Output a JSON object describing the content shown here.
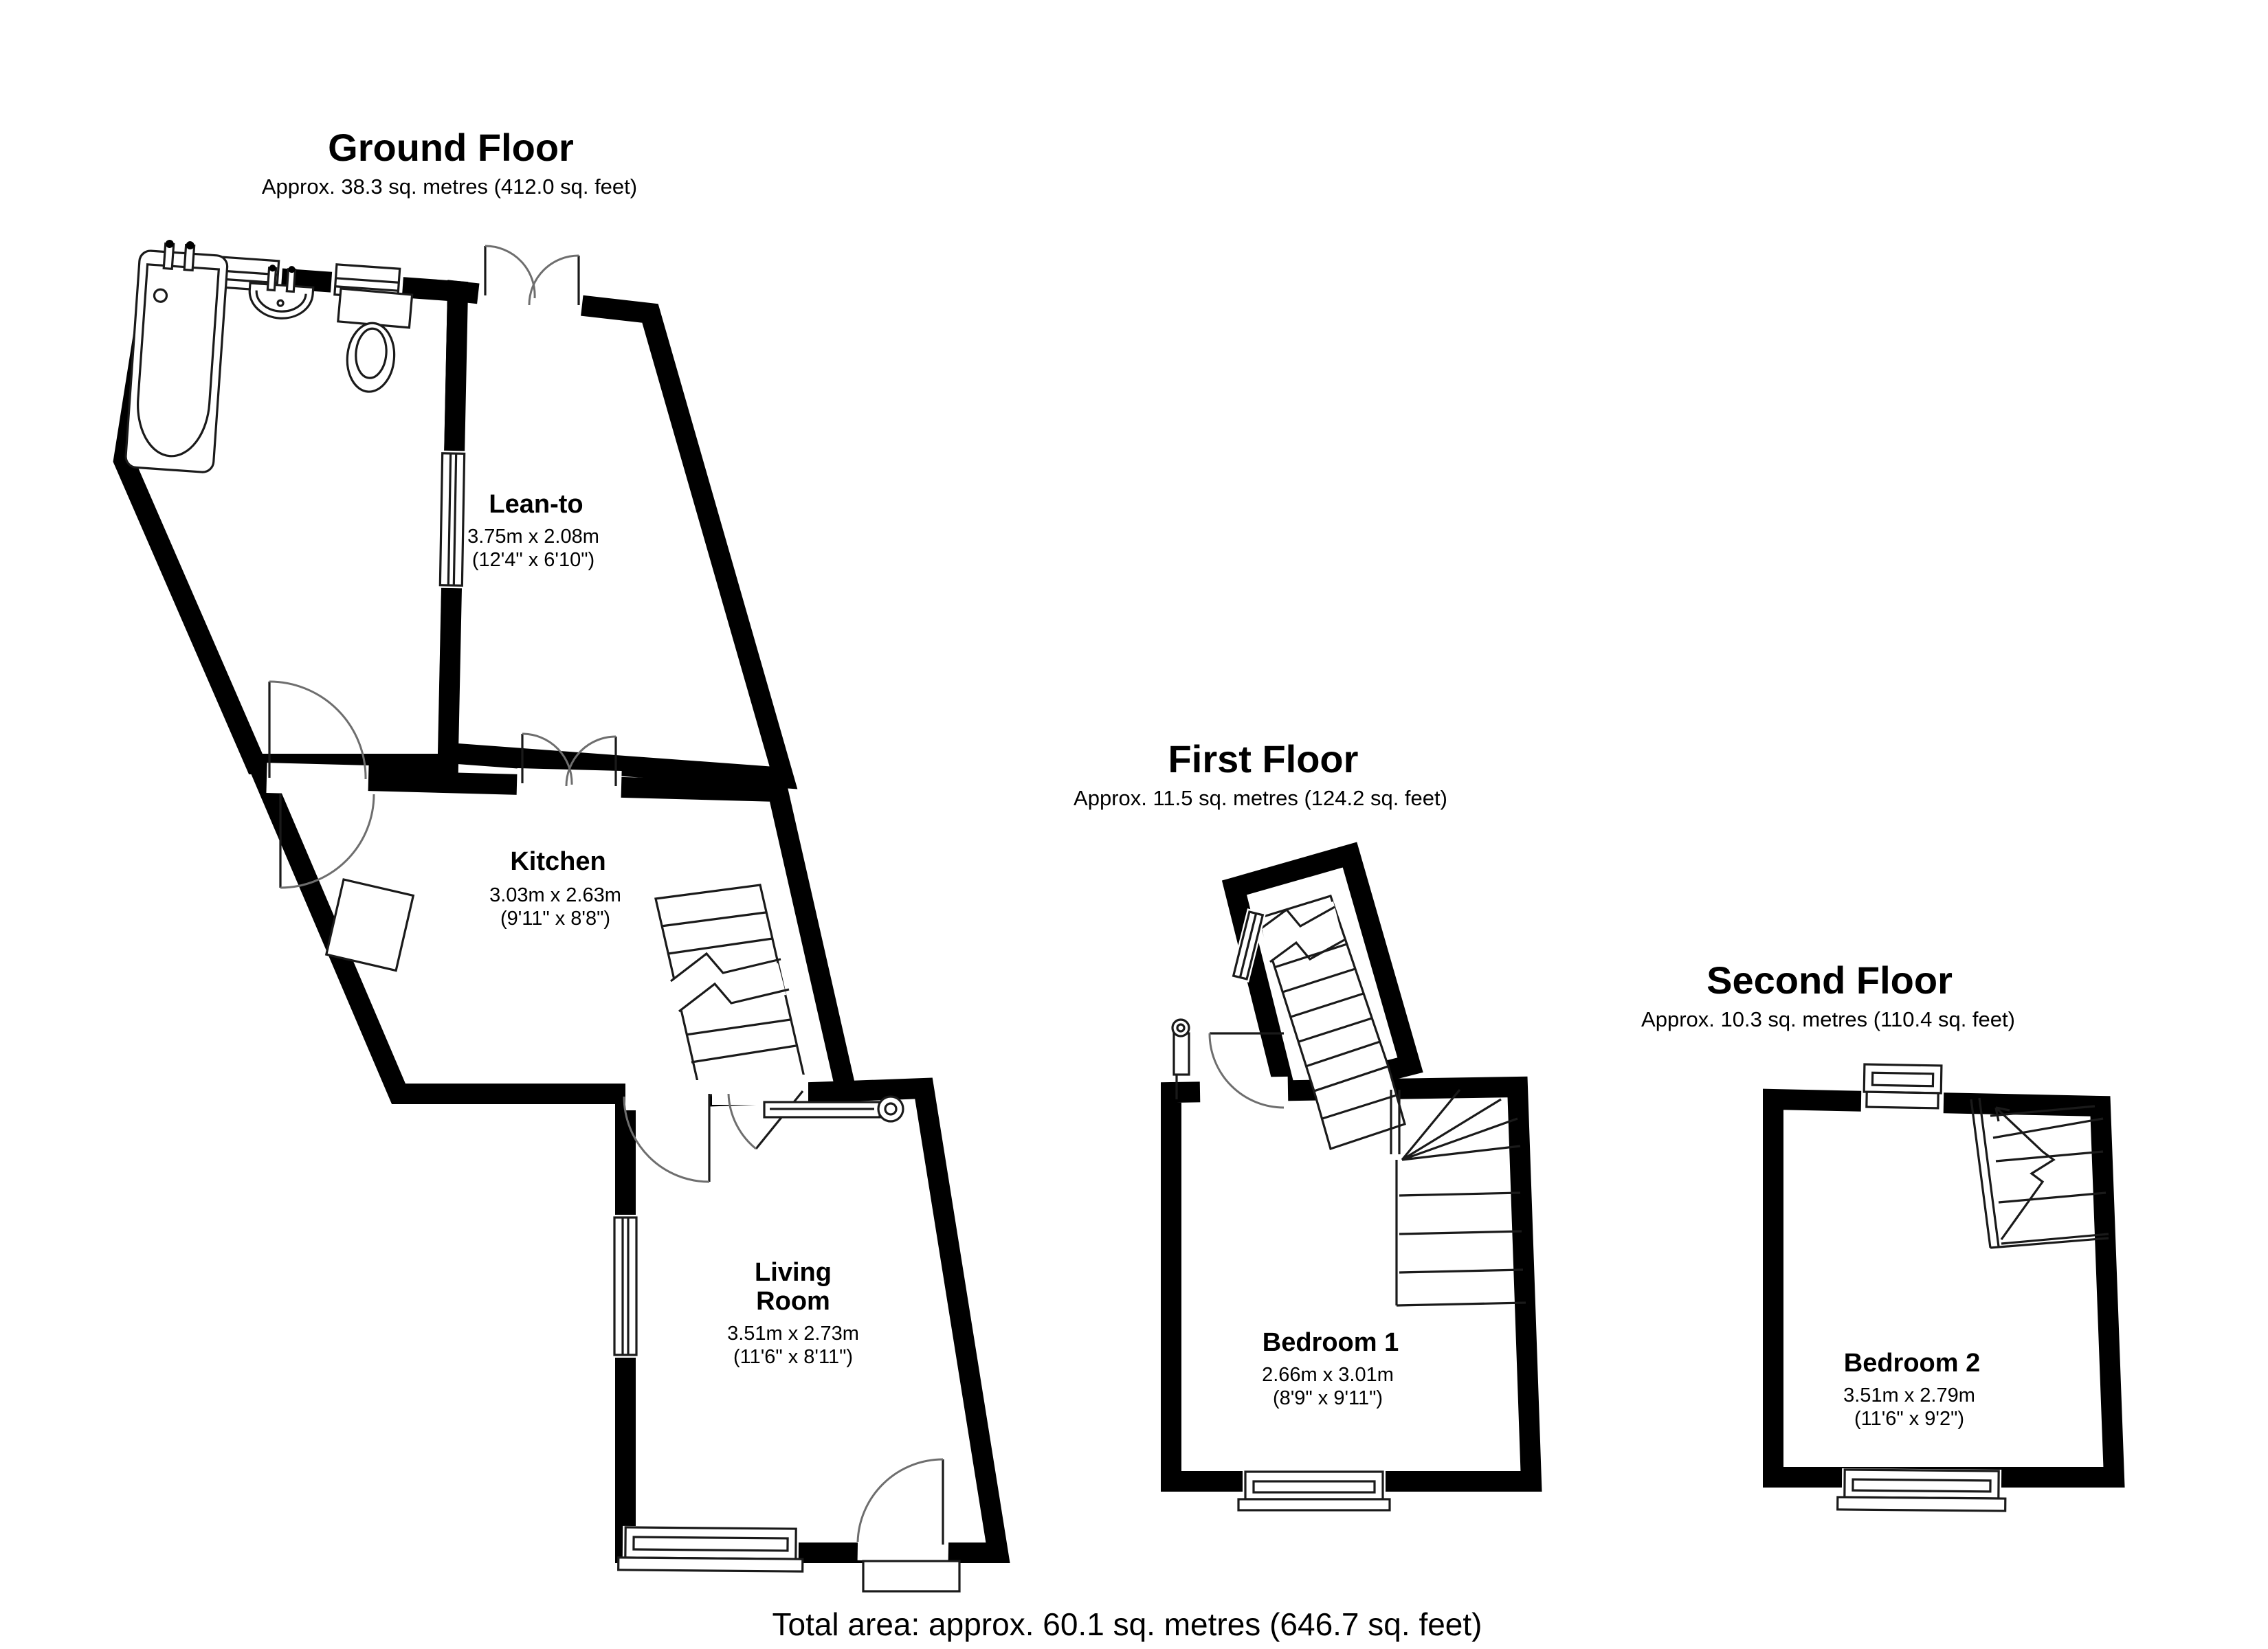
{
  "diagram": {
    "type": "floorplan",
    "total_area_label": "Total area: approx. 60.1 sq. metres (646.7 sq. feet)",
    "floors": [
      {
        "title": "Ground Floor",
        "area_label": "Approx. 38.3 sq. metres (412.0 sq. feet)",
        "rooms": [
          {
            "name": "Lean-to",
            "dims_metric": "3.75m x 2.08m",
            "dims_imperial": "(12'4\" x 6'10\")"
          },
          {
            "name": "Kitchen",
            "dims_metric": "3.03m x 2.63m",
            "dims_imperial": "(9'11\" x 8'8\")"
          },
          {
            "name_line1": "Living",
            "name_line2": "Room",
            "dims_metric": "3.51m x 2.73m",
            "dims_imperial": "(11'6\" x 8'11\")"
          }
        ]
      },
      {
        "title": "First Floor",
        "area_label": "Approx. 11.5 sq. metres (124.2 sq. feet)",
        "rooms": [
          {
            "name": "Bedroom 1",
            "dims_metric": "2.66m x 3.01m",
            "dims_imperial": "(8'9\" x 9'11\")"
          }
        ]
      },
      {
        "title": "Second Floor",
        "area_label": "Approx. 10.3 sq. metres (110.4 sq. feet)",
        "rooms": [
          {
            "name": "Bedroom 2",
            "dims_metric": "3.51m x 2.79m",
            "dims_imperial": "(11'6\" x 9'2\")"
          }
        ]
      }
    ],
    "colors": {
      "wall": "#000000",
      "thin_line": "#1a1a1a",
      "door_arc": "#6e6e6e",
      "background": "#ffffff"
    }
  }
}
